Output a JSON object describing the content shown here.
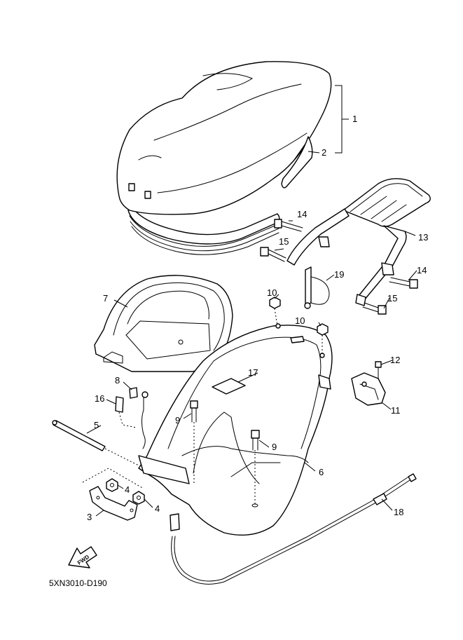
{
  "diagram": {
    "code": "5XN3010-D190",
    "fwd_label": "FWD",
    "callouts": [
      {
        "id": "1",
        "text": "1"
      },
      {
        "id": "2",
        "text": "2"
      },
      {
        "id": "3",
        "text": "3"
      },
      {
        "id": "4a",
        "text": "4"
      },
      {
        "id": "4b",
        "text": "4"
      },
      {
        "id": "5",
        "text": "5"
      },
      {
        "id": "6",
        "text": "6"
      },
      {
        "id": "7",
        "text": "7"
      },
      {
        "id": "8",
        "text": "8"
      },
      {
        "id": "9a",
        "text": "9"
      },
      {
        "id": "9b",
        "text": "9"
      },
      {
        "id": "10a",
        "text": "10"
      },
      {
        "id": "10b",
        "text": "10"
      },
      {
        "id": "11",
        "text": "11"
      },
      {
        "id": "12",
        "text": "12"
      },
      {
        "id": "13",
        "text": "13"
      },
      {
        "id": "14a",
        "text": "14"
      },
      {
        "id": "14b",
        "text": "14"
      },
      {
        "id": "15a",
        "text": "15"
      },
      {
        "id": "15b",
        "text": "15"
      },
      {
        "id": "16",
        "text": "16"
      },
      {
        "id": "17",
        "text": "17"
      },
      {
        "id": "18",
        "text": "18"
      },
      {
        "id": "19",
        "text": "19"
      }
    ]
  }
}
